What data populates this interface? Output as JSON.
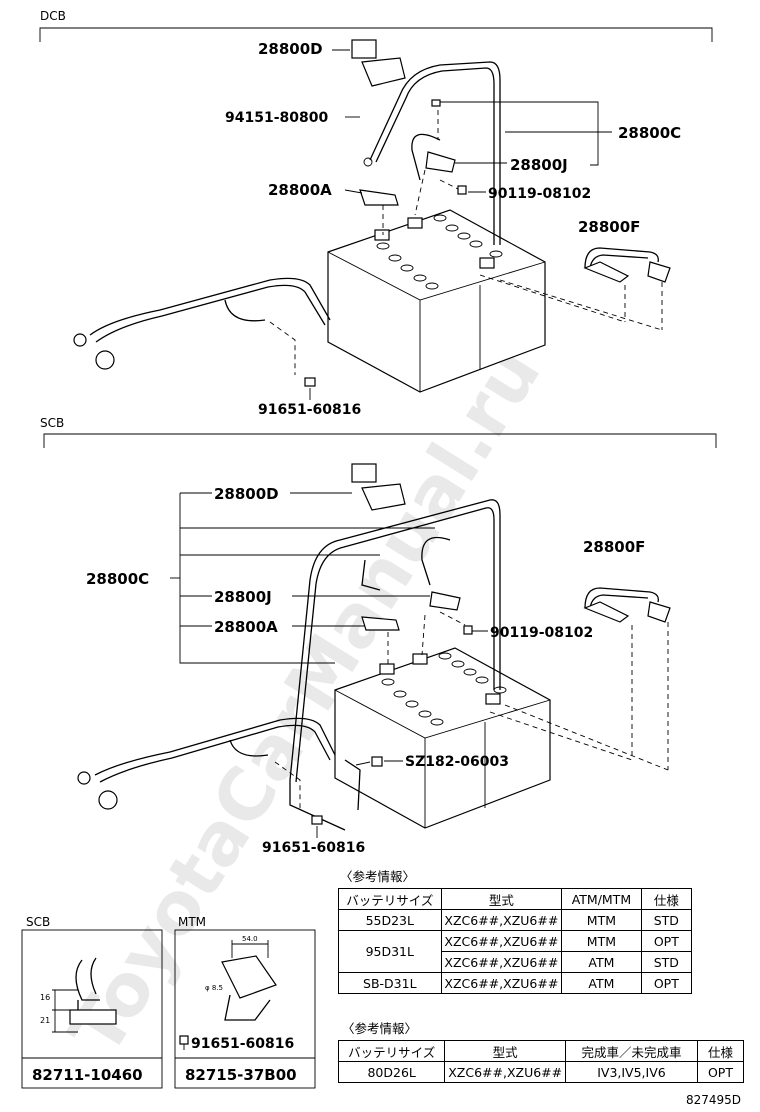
{
  "watermark": "ToyotaCarManual.ru",
  "sections": {
    "dcb": "DCB",
    "scb": "SCB"
  },
  "dcb_labels": {
    "p28800D": "28800D",
    "p94151": "94151-80800",
    "p28800C": "28800C",
    "p28800J": "28800J",
    "p28800A": "28800A",
    "p90119": "90119-08102",
    "p28800F": "28800F",
    "p91651": "91651-60816"
  },
  "scb_labels": {
    "p28800D": "28800D",
    "p28800C": "28800C",
    "p28800J": "28800J",
    "p28800A": "28800A",
    "p28800F": "28800F",
    "p90119": "90119-08102",
    "pSZ182": "SZ182-06003",
    "p91651": "91651-60816"
  },
  "ref_table_1": {
    "title": "〈参考情報〉",
    "headers": [
      "バッテリサイズ",
      "型式",
      "ATM/MTM",
      "仕様"
    ],
    "rows": [
      [
        "55D23L",
        "XZC6##,XZU6##",
        "MTM",
        "STD"
      ],
      [
        "95D31L",
        "XZC6##,XZU6##",
        "MTM",
        "OPT"
      ],
      [
        "",
        "XZC6##,XZU6##",
        "ATM",
        "STD"
      ],
      [
        "SB-D31L",
        "XZC6##,XZU6##",
        "ATM",
        "OPT"
      ]
    ]
  },
  "ref_table_2": {
    "title": "〈参考情報〉",
    "headers": [
      "バッテリサイズ",
      "型式",
      "完成車／未完成車",
      "仕様"
    ],
    "rows": [
      [
        "80D26L",
        "XZC6##,XZU6##",
        "IV3,IV5,IV6",
        "OPT"
      ]
    ]
  },
  "inset_boxes": [
    {
      "label": "SCB",
      "part": "82711-10460",
      "dims": [
        "16",
        "21"
      ]
    },
    {
      "label": "MTM",
      "part": "82715-37B00",
      "bolt": "91651-60816",
      "dims": [
        "54.0",
        "φ 8.5"
      ]
    }
  ],
  "diagram_id": "827495D"
}
